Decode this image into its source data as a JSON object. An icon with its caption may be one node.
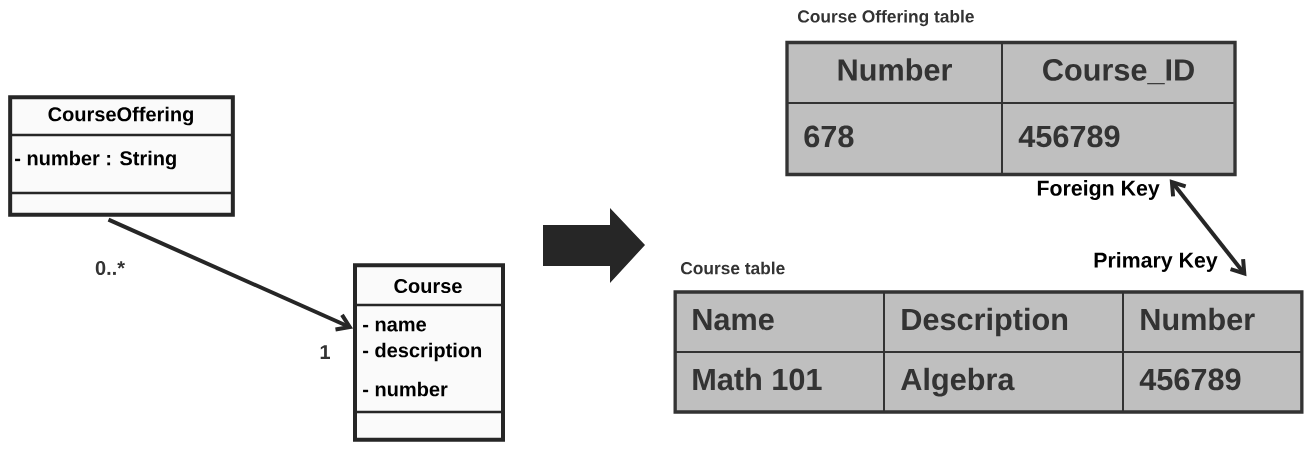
{
  "diagram": {
    "nodes": [
      {
        "text": [
          "CourseOffering",
          "- number : String"
        ]
      },
      {
        "text": [
          "Course",
          "- name",
          "- description",
          "- number"
        ]
      },
      {
        "text": [
          "Course Offering table",
          "Number",
          "Course_ID",
          "678",
          "456789"
        ]
      },
      {
        "text": [
          "Course table",
          "Name",
          "Description",
          "Number",
          "Math 101",
          "Algebra",
          "456789"
        ]
      }
    ],
    "edges": [
      {
        "from": 0,
        "to": 1,
        "arrow": "to"
      },
      {
        "from": 2,
        "to": 3,
        "arrow": "both"
      }
    ],
    "labels": [
      "0..*",
      "1",
      "Foreign Key",
      "Primary Key"
    ]
  }
}
